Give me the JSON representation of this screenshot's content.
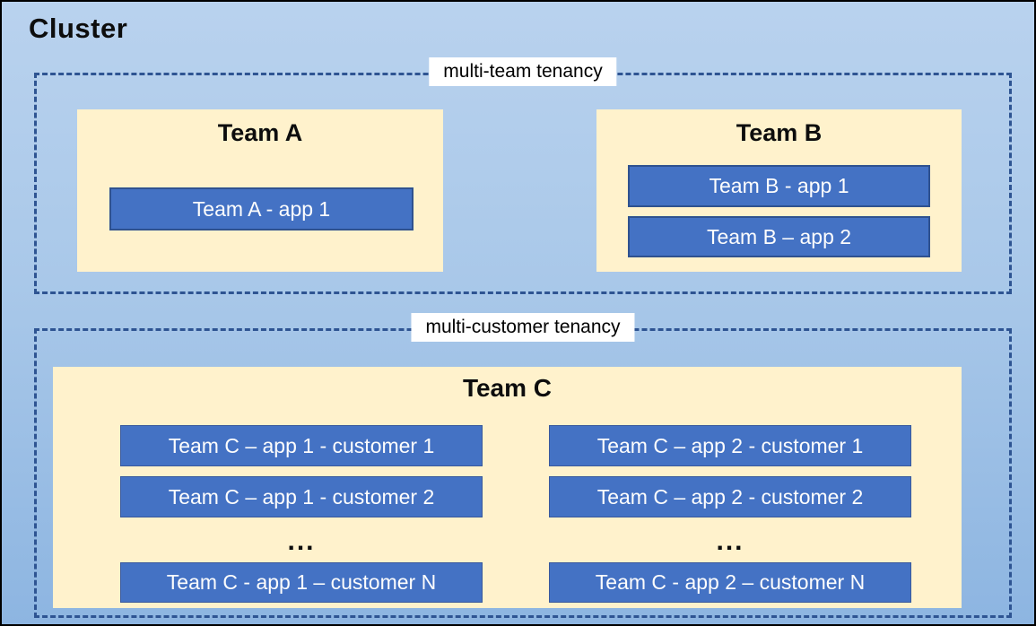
{
  "cluster": {
    "title": "Cluster"
  },
  "sections": [
    {
      "label": "multi-team tenancy",
      "teams": [
        {
          "name": "Team A",
          "apps": [
            "Team A - app 1"
          ]
        },
        {
          "name": "Team B",
          "apps": [
            "Team B - app 1",
            "Team B – app 2"
          ]
        }
      ]
    },
    {
      "label": "multi-customer tenancy",
      "team": {
        "name": "Team C",
        "columns": [
          {
            "rows": [
              "Team C – app 1 - customer 1",
              "Team C – app 1 - customer 2"
            ],
            "ellipsis": "...",
            "last_row": "Team C - app 1 – customer N"
          },
          {
            "rows": [
              "Team C – app 2 - customer 1",
              "Team C – app 2 - customer 2"
            ],
            "ellipsis": "...",
            "last_row": "Team C - app 2 – customer N"
          }
        ]
      }
    }
  ],
  "colors": {
    "canvas_gradient_top": "#B9D2EE",
    "canvas_gradient_bottom": "#8DB5E1",
    "outer_border": "#000000",
    "dashed_border": "#2E5492",
    "team_box_fill": "#FFF2CC",
    "app_box_fill": "#4472C4",
    "app_box_border": "#2F528F",
    "app_text": "#FFFFFF",
    "label_background": "#FFFFFF",
    "title_text": "#0D0D0D"
  }
}
